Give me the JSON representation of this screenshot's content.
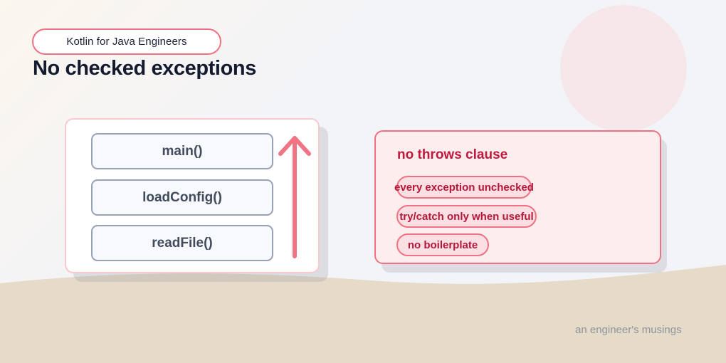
{
  "header": {
    "badge": "Kotlin for Java Engineers",
    "title": "No checked exceptions"
  },
  "call_stack": {
    "frames": [
      "main()",
      "loadConfig()",
      "readFile()"
    ],
    "arrow_direction": "up"
  },
  "info": {
    "title": "no throws clause",
    "pills": [
      "every exception unchecked",
      "try/catch only when useful",
      "no boilerplate"
    ]
  },
  "footer": "an engineer's musings",
  "colors": {
    "accent": "#ef7183",
    "accent_text": "#c0183e",
    "title_text": "#141b30",
    "frame_border": "#98a2b2",
    "ground": "#e6dac8"
  }
}
